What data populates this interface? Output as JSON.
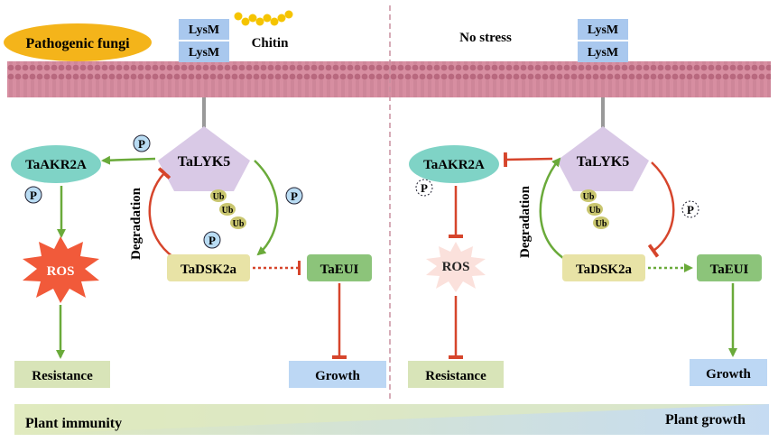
{
  "left": {
    "pathogen": "Pathogenic fungi",
    "chitin": "Chitin",
    "lysm_top": "LysM",
    "lysm_bottom": "LysM",
    "receptor": "TaLYK5",
    "akr": "TaAKR2A",
    "dsk": "TaDSK2a",
    "eui": "TaEUI",
    "ros": "ROS",
    "resistance": "Resistance",
    "growth": "Growth",
    "degradation": "Degradation",
    "ub": [
      "Ub",
      "Ub",
      "Ub"
    ],
    "phospho": "P"
  },
  "right": {
    "condition": "No stress",
    "lysm_top": "LysM",
    "lysm_bottom": "LysM",
    "receptor": "TaLYK5",
    "akr": "TaAKR2A",
    "dsk": "TaDSK2a",
    "eui": "TaEUI",
    "ros": "ROS",
    "resistance": "Resistance",
    "growth": "Growth",
    "degradation": "Degradation",
    "ub": [
      "Ub",
      "Ub",
      "Ub"
    ],
    "phospho": "P"
  },
  "gradient_bar": {
    "left_label": "Plant immunity",
    "right_label": "Plant growth"
  },
  "colors": {
    "activation": "#6aaa3a",
    "inhibition": "#d6452c",
    "receptor": "#d9c9e6",
    "akr": "#7fd3c6",
    "dsk": "#e8e3a6",
    "eui": "#8cc47a",
    "lysm": "#a9c8ee",
    "pathogen": "#f4b41a",
    "chitin": "#f5c400",
    "resistance_box": "#d8e4b8",
    "growth_box": "#bcd7f4",
    "membrane": "#c27a8e",
    "ros_left": "#f15a3a",
    "ros_right": "#fbe1dc"
  }
}
